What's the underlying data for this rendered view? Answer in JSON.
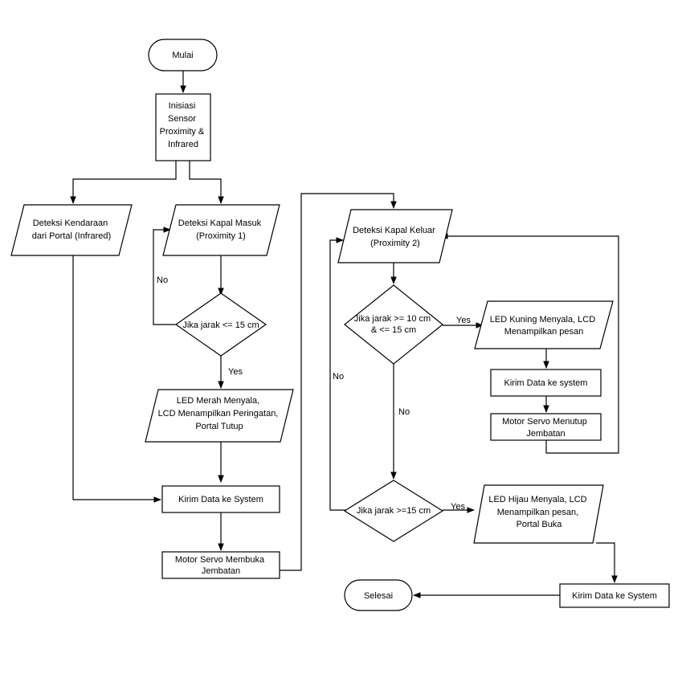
{
  "nodes": {
    "start": "Mulai",
    "init": [
      "Inisiasi",
      "Sensor",
      "Proximity &",
      "Infrared"
    ],
    "detect_vehicle": [
      "Deteksi Kendaraan",
      "dari Portal (Infrared)"
    ],
    "detect_ship_in": [
      "Deteksi Kapal Masuk",
      "(Proximity 1)"
    ],
    "decision_in": "Jika jarak <= 15 cm",
    "led_red": [
      "LED Merah Menyala,",
      "LCD Menampilkan Peringatan,",
      "Portal Tutup"
    ],
    "send_data_1": "Kirim Data ke System",
    "servo_open": [
      "Motor Servo Membuka",
      "Jembatan"
    ],
    "detect_ship_out": [
      "Deteksi Kapal Keluar",
      "(Proximity 2)"
    ],
    "decision_out_1": [
      "Jika jarak >= 10 cm",
      "& <= 15 cm"
    ],
    "led_yellow": [
      "LED Kuning Menyala, LCD",
      "Menampilkan pesan"
    ],
    "send_data_2": "Kirim Data ke system",
    "servo_close": [
      "Motor Servo Menutup",
      "Jembatan"
    ],
    "decision_out_2": "Jika jarak >=15 cm",
    "led_green": [
      "LED Hijau Menyala, LCD",
      "Menampilkan pesan,",
      "Portal Buka"
    ],
    "send_data_3": "Kirim Data ke System",
    "end": "Selesai"
  },
  "edges": {
    "no_in": "No",
    "yes_in": "Yes",
    "yes_out_1": "Yes",
    "no_out_1": "No",
    "no_out_loop": "No",
    "yes_out_2": "Yes"
  }
}
